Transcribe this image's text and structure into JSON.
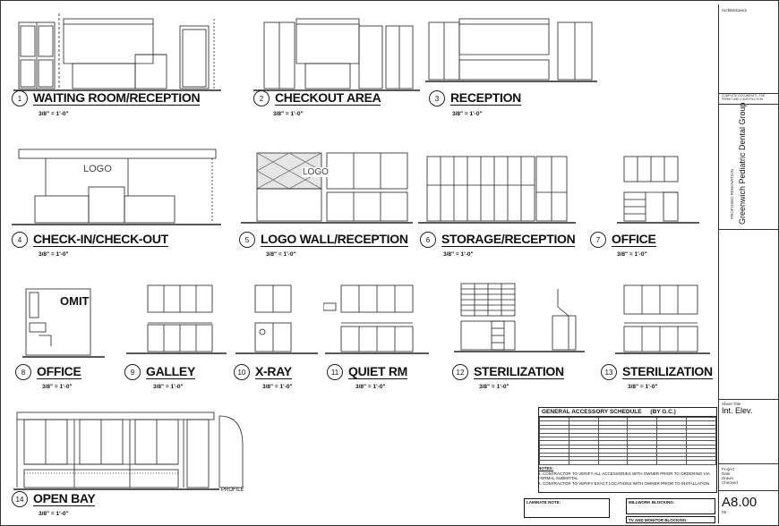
{
  "elevations": [
    {
      "num": "1",
      "name": "WAITING ROOM/RECEPTION",
      "scale": "3/8\" = 1'-0\""
    },
    {
      "num": "2",
      "name": "CHECKOUT AREA",
      "scale": "3/8\" = 1'-0\""
    },
    {
      "num": "3",
      "name": "RECEPTION",
      "scale": "3/8\" = 1'-0\""
    },
    {
      "num": "4",
      "name": "CHECK-IN/CHECK-OUT",
      "scale": "3/8\" = 1'-0\""
    },
    {
      "num": "5",
      "name": "LOGO WALL/RECEPTION",
      "scale": "3/8\" = 1'-0\""
    },
    {
      "num": "6",
      "name": "STORAGE/RECEPTION",
      "scale": "3/8\" = 1'-0\""
    },
    {
      "num": "7",
      "name": "OFFICE",
      "scale": "3/8\" = 1'-0\""
    },
    {
      "num": "8",
      "name": "OFFICE",
      "scale": "3/8\" = 1'-0\""
    },
    {
      "num": "9",
      "name": "GALLEY",
      "scale": "3/8\" = 1'-0\""
    },
    {
      "num": "10",
      "name": "X-RAY",
      "scale": "3/8\" = 1'-0\""
    },
    {
      "num": "11",
      "name": "QUIET RM",
      "scale": "3/8\" = 1'-0\""
    },
    {
      "num": "12",
      "name": "STERILIZATION",
      "scale": "3/8\" = 1'-0\""
    },
    {
      "num": "13",
      "name": "STERILIZATION",
      "scale": "3/8\" = 1'-0\""
    },
    {
      "num": "14",
      "name": "OPEN BAY",
      "scale": "3/8\" = 1'-0\""
    }
  ],
  "labels": {
    "logo": "LOGO",
    "omit": "OMIT",
    "profile": "PROFILE"
  },
  "schedule": {
    "title": "GENERAL ACCESSORY SCHEDULE",
    "by": "(BY G.C.)",
    "notes_title": "NOTES:",
    "notes": [
      "1. CONTRACTOR TO VERIFY ALL ACCESSORIES WITH OWNER PRIOR TO ORDERING VIA FORMAL SUBMITTAL",
      "2. CONTRACTOR TO VERIFY EXACT LOCATIONS WITH OWNER PRIOR TO INSTALLATION"
    ]
  },
  "notes_boxes": {
    "laminate_title": "LAMINATE NOTE:",
    "millwork_title": "MILLWORK BLOCKING:",
    "tv_title": "TV AND MONITOR BLOCKING:"
  },
  "titleblock": {
    "firm": "Architectonics",
    "status": "COMPLETE DOCUMENTS - FOR PERMIT AND CONSTRUCTION",
    "project_type": "PROPOSED RENOVATION",
    "client": "Greenwich Pediatric Dental Group",
    "sheet_title_label": "Sheet Title",
    "sheet_title": "Int. Elev.",
    "meta": [
      "Project",
      "Date",
      "Drawn",
      "Checked"
    ],
    "sheet_number": "A8.00",
    "sheet_of": "08"
  }
}
